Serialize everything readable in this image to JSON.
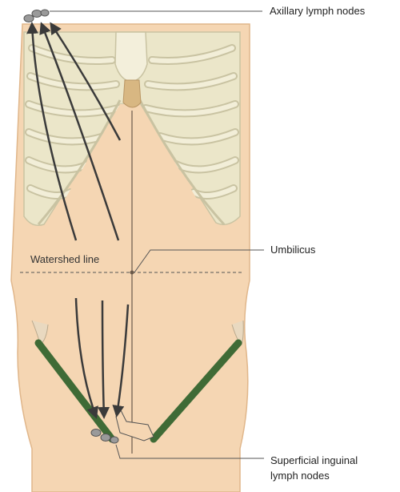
{
  "labels": {
    "axillary": "Axillary lymph nodes",
    "watershed": "Watershed line",
    "umbilicus": "Umbilicus",
    "inguinal_line1": "Superficial inguinal",
    "inguinal_line2": "lymph nodes"
  },
  "colors": {
    "skin": "#f5d6b3",
    "skin_dark": "#e9bf93",
    "rib": "#e4e0c2",
    "rib_edge": "#c9c3a2",
    "ligament": "#3f6b36",
    "arrow": "#3a3a3a",
    "leader": "#555555"
  }
}
